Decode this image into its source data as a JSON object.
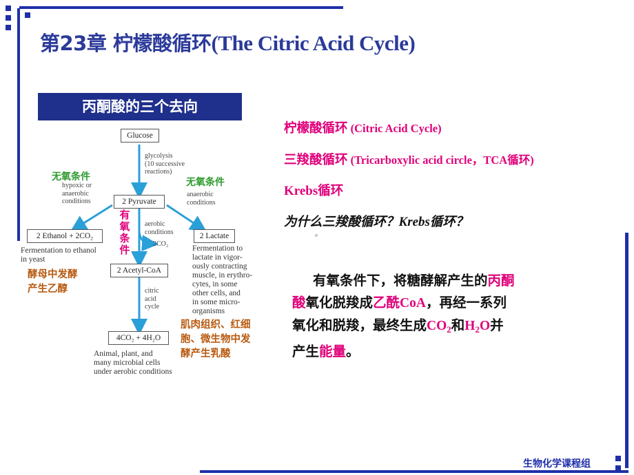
{
  "title": {
    "zh": "第23章 柠檬酸循环",
    "en": "(The Citric Acid Cycle)"
  },
  "banner": "丙酮酸的三个去向",
  "diagram": {
    "glucose": "Glucose",
    "glycolysis_note": "glycolysis\n(10 successive\nreactions)",
    "pyruvate": "2 Pyruvate",
    "hypoxic_note": "hypoxic or\nanaerobic\nconditions",
    "anaerobic_note": "anaerobic\nconditions",
    "aerobic_note": "aerobic\nconditions",
    "co2_out": "2CO₂",
    "ethanol": "2 Ethanol + 2CO₂",
    "lactate": "2 Lactate",
    "acetyl_coa": "2 Acetyl-CoA",
    "citric_note": "citric\nacid\ncycle",
    "final": "4CO₂ + 4H₂O",
    "ethanol_desc": "Fermentation to ethanol\nin yeast",
    "lactate_desc": "Fermentation to\nlactate in vigor-\nously contracting\nmuscle, in erythro-\ncytes, in some\nother cells, and\nin some micro-\norganisms",
    "final_desc": "Animal, plant, and\nmany microbial cells\nunder aerobic conditions"
  },
  "labels": {
    "anaerobic_left": "无氧条件",
    "anaerobic_right": "无氧条件",
    "aerobic_vertical": "有\n氧\n条\n件",
    "yeast": "酵母中发酵\n产生乙醇",
    "lactic": "肌肉组织、红细\n胞、微生物中发\n酵产生乳酸"
  },
  "names": {
    "line1_zh": "柠檬酸循环",
    "line1_en": " (Citric Acid Cycle)",
    "line2_zh": "三羧酸循环",
    "line2_en": " (Tricarboxylic acid circle，TCA循环)",
    "line3_en": "Krebs",
    "line3_zh": "循环"
  },
  "question": {
    "part1": "为什么三羧酸循环？",
    "part2": "Krebs",
    "part3": "循环？"
  },
  "paragraph": {
    "l1a": "有氧条件下，将糖酵解产生的",
    "l1b": "丙酮",
    "l2a": "酸",
    "l2b": "氧化脱羧成",
    "l2c": "乙酰",
    "l2d": "CoA",
    "l2e": "，再经一系列",
    "l3a": "氧化和脱羧，最终生成",
    "l3b": "CO",
    "l3c": "2",
    "l3d": "和",
    "l3e": "H",
    "l3f": "2",
    "l3g": "O",
    "l3h": "并",
    "l4a": "产生",
    "l4b": "能量",
    "l4c": "。"
  },
  "footer": "生物化学课程组",
  "colors": {
    "frame": "#1f2fa8",
    "title": "#2b3a9a",
    "banner_bg": "#1f2f8c",
    "highlight": "#e0007a",
    "green": "#2e9a2e",
    "brown": "#b85a10",
    "arrow": "#2a9fd8"
  }
}
